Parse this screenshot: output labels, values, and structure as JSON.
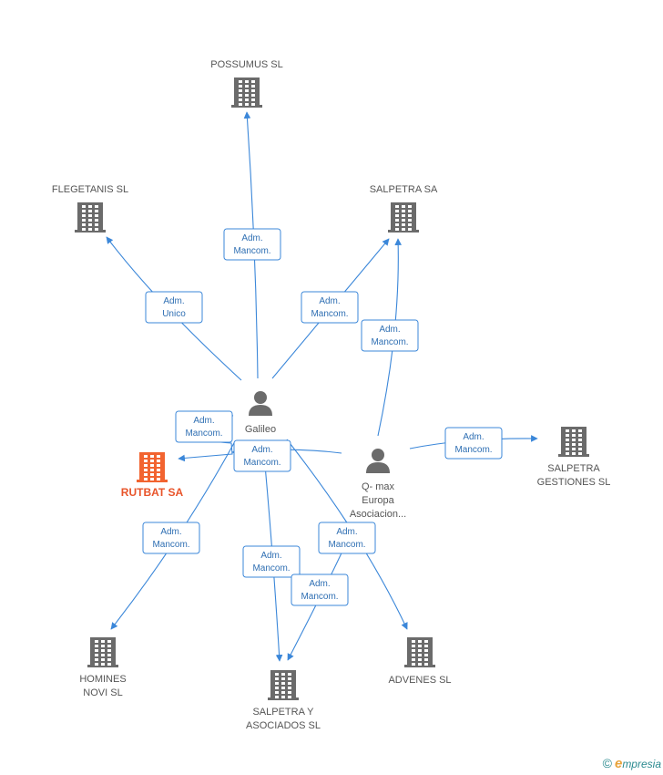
{
  "colors": {
    "edge": "#3b87d9",
    "building": "#6b6b6b",
    "focus": "#f26430",
    "person": "#6b6b6b"
  },
  "nodes": [
    {
      "id": "possumus",
      "type": "company",
      "icon": "building-icon",
      "lines": [
        "POSSUMUS SL"
      ]
    },
    {
      "id": "flegetanis",
      "type": "company",
      "icon": "building-icon",
      "lines": [
        "FLEGETANIS SL"
      ]
    },
    {
      "id": "salpetra_sa",
      "type": "company",
      "icon": "building-icon",
      "lines": [
        "SALPETRA SA"
      ]
    },
    {
      "id": "rutbat",
      "type": "company",
      "icon": "building-icon",
      "focus": true,
      "lines": [
        "RUTBAT SA"
      ]
    },
    {
      "id": "salpetra_gest",
      "type": "company",
      "icon": "building-icon",
      "lines": [
        "SALPETRA",
        "GESTIONES SL"
      ]
    },
    {
      "id": "homines",
      "type": "company",
      "icon": "building-icon",
      "lines": [
        "HOMINES",
        "NOVI SL"
      ]
    },
    {
      "id": "salpetra_y",
      "type": "company",
      "icon": "building-icon",
      "lines": [
        "SALPETRA Y",
        "ASOCIADOS SL"
      ]
    },
    {
      "id": "advenes",
      "type": "company",
      "icon": "building-icon",
      "lines": [
        "ADVENES SL"
      ]
    },
    {
      "id": "galileo",
      "type": "person",
      "icon": "person-icon",
      "lines": [
        "Galileo"
      ]
    },
    {
      "id": "qmax",
      "type": "person",
      "icon": "person-icon",
      "lines": [
        "Q- max",
        "Europa",
        "Asociacion..."
      ]
    }
  ],
  "edges": [
    {
      "from": "galileo",
      "to": "possumus",
      "label": [
        "Adm.",
        "Mancom."
      ]
    },
    {
      "from": "galileo",
      "to": "flegetanis",
      "label": [
        "Adm.",
        "Unico"
      ]
    },
    {
      "from": "galileo",
      "to": "salpetra_sa",
      "label": [
        "Adm.",
        "Mancom."
      ]
    },
    {
      "from": "qmax",
      "to": "salpetra_sa",
      "label": [
        "Adm.",
        "Mancom."
      ]
    },
    {
      "from": "galileo",
      "to": "rutbat",
      "label": [
        "Adm.",
        "Mancom."
      ]
    },
    {
      "from": "qmax",
      "to": "rutbat",
      "label": [
        "Adm.",
        "Mancom."
      ]
    },
    {
      "from": "qmax",
      "to": "salpetra_gest",
      "label": [
        "Adm.",
        "Mancom."
      ]
    },
    {
      "from": "galileo",
      "to": "homines",
      "label": [
        "Adm.",
        "Mancom."
      ]
    },
    {
      "from": "galileo",
      "to": "salpetra_y",
      "label": [
        "Adm.",
        "Mancom."
      ]
    },
    {
      "from": "galileo",
      "to": "advenes",
      "label": [
        "Adm.",
        "Mancom."
      ]
    },
    {
      "from": "qmax",
      "to": "salpetra_y",
      "label": [
        "Adm.",
        "Mancom."
      ]
    }
  ],
  "brand": {
    "copyright": "©",
    "initial": "e",
    "name": "mpresia"
  }
}
